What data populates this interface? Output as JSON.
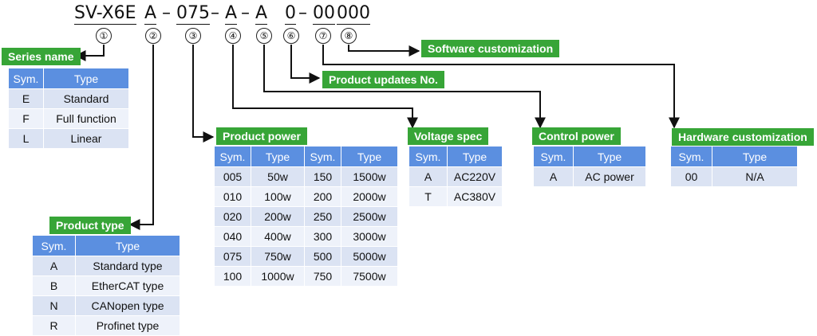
{
  "model": {
    "segments": [
      "SV-X6E",
      "A",
      "075",
      "A",
      "A",
      "0",
      "00",
      "000"
    ],
    "separator": "–",
    "positions": [
      "①",
      "②",
      "③",
      "④",
      "⑤",
      "⑥",
      "⑦",
      "⑧"
    ]
  },
  "sections": {
    "series": {
      "title": "Series name",
      "headers": [
        "Sym.",
        "Type"
      ],
      "rows": [
        [
          "E",
          "Standard"
        ],
        [
          "F",
          "Full function"
        ],
        [
          "L",
          "Linear"
        ]
      ]
    },
    "product_type": {
      "title": "Product type",
      "headers": [
        "Sym.",
        "Type"
      ],
      "rows": [
        [
          "A",
          "Standard type"
        ],
        [
          "B",
          "EtherCAT type"
        ],
        [
          "N",
          "CANopen type"
        ],
        [
          "R",
          "Profinet type"
        ]
      ]
    },
    "power": {
      "title": "Product power",
      "headers": [
        "Sym.",
        "Type",
        "Sym.",
        "Type"
      ],
      "rows": [
        [
          "005",
          "50w",
          "150",
          "1500w"
        ],
        [
          "010",
          "100w",
          "200",
          "2000w"
        ],
        [
          "020",
          "200w",
          "250",
          "2500w"
        ],
        [
          "040",
          "400w",
          "300",
          "3000w"
        ],
        [
          "075",
          "750w",
          "500",
          "5000w"
        ],
        [
          "100",
          "1000w",
          "750",
          "7500w"
        ]
      ]
    },
    "voltage": {
      "title": "Voltage spec",
      "headers": [
        "Sym.",
        "Type"
      ],
      "rows": [
        [
          "A",
          "AC220V"
        ],
        [
          "T",
          "AC380V"
        ]
      ]
    },
    "control": {
      "title": "Control power",
      "headers": [
        "Sym.",
        "Type"
      ],
      "rows": [
        [
          "A",
          "AC power"
        ]
      ]
    },
    "hardware": {
      "title": "Hardware customization",
      "headers": [
        "Sym.",
        "Type"
      ],
      "rows": [
        [
          "00",
          "N/A"
        ]
      ]
    },
    "updates": {
      "title": "Product updates No."
    },
    "software": {
      "title": "Software customization"
    }
  },
  "colors": {
    "label_bg": "#37a537",
    "header_bg": "#5b8fe0",
    "row_odd": "#dbe3f3",
    "row_even": "#eef2fa",
    "line": "#111111"
  }
}
